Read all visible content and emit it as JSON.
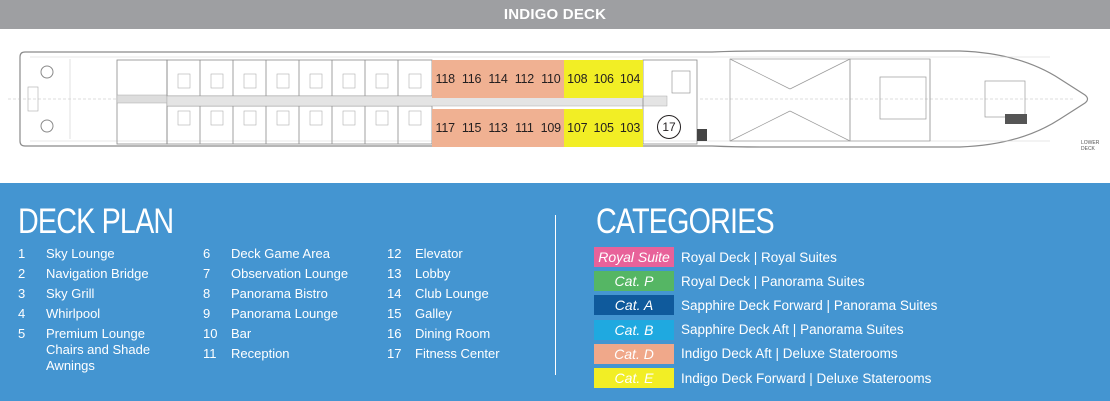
{
  "header": {
    "title": "INDIGO DECK"
  },
  "plan": {
    "top_cabins": [
      {
        "number": "118",
        "cat": "d"
      },
      {
        "number": "116",
        "cat": "d"
      },
      {
        "number": "114",
        "cat": "d"
      },
      {
        "number": "112",
        "cat": "d"
      },
      {
        "number": "110",
        "cat": "d"
      },
      {
        "number": "108",
        "cat": "e"
      },
      {
        "number": "106",
        "cat": "e"
      },
      {
        "number": "104",
        "cat": "e"
      }
    ],
    "bottom_cabins": [
      {
        "number": "117",
        "cat": "d"
      },
      {
        "number": "115",
        "cat": "d"
      },
      {
        "number": "113",
        "cat": "d"
      },
      {
        "number": "111",
        "cat": "d"
      },
      {
        "number": "109",
        "cat": "d"
      },
      {
        "number": "107",
        "cat": "e"
      },
      {
        "number": "105",
        "cat": "e"
      },
      {
        "number": "103",
        "cat": "e"
      }
    ],
    "fitness_marker": "17",
    "lower_deck_label": "LOWER DECK",
    "colors": {
      "cat_d": "#f0b192",
      "cat_e": "#f2ee25",
      "outline": "#8a8a8a"
    }
  },
  "deck_plan": {
    "title": "DECK PLAN",
    "items": [
      {
        "num": "1",
        "label": "Sky Lounge"
      },
      {
        "num": "2",
        "label": "Navigation Bridge"
      },
      {
        "num": "3",
        "label": "Sky Grill"
      },
      {
        "num": "4",
        "label": "Whirlpool"
      },
      {
        "num": "5",
        "label": "Premium Lounge",
        "label2": "Chairs and Shade",
        "label3": "Awnings"
      },
      {
        "num": "6",
        "label": "Deck Game Area"
      },
      {
        "num": "7",
        "label": "Observation Lounge"
      },
      {
        "num": "8",
        "label": "Panorama Bistro"
      },
      {
        "num": "9",
        "label": "Panorama Lounge"
      },
      {
        "num": "10",
        "label": "Bar"
      },
      {
        "num": "11",
        "label": "Reception"
      },
      {
        "num": "12",
        "label": "Elevator"
      },
      {
        "num": "13",
        "label": "Lobby"
      },
      {
        "num": "14",
        "label": "Club Lounge"
      },
      {
        "num": "15",
        "label": "Galley"
      },
      {
        "num": "16",
        "label": "Dining Room"
      },
      {
        "num": "17",
        "label": "Fitness Center"
      }
    ]
  },
  "categories": {
    "title": "CATEGORIES",
    "items": [
      {
        "name": "Royal Suite",
        "deck": "Royal Deck",
        "desc": "Royal Suites",
        "color": "#e8629a"
      },
      {
        "name": "Cat. P",
        "deck": "Royal Deck",
        "desc": "Panorama Suites",
        "color": "#55b664"
      },
      {
        "name": "Cat. A",
        "deck": "Sapphire Deck Forward",
        "desc": "Panorama Suites",
        "color": "#0f5a9c"
      },
      {
        "name": "Cat. B",
        "deck": "Sapphire Deck Aft",
        "desc": "Panorama Suites",
        "color": "#1fa9e0"
      },
      {
        "name": "Cat. D",
        "deck": "Indigo Deck Aft",
        "desc": "Deluxe Staterooms",
        "color": "#f0a88a"
      },
      {
        "name": "Cat. E",
        "deck": "Indigo Deck Forward",
        "desc": "Deluxe Staterooms",
        "color": "#f2ee25"
      }
    ]
  }
}
